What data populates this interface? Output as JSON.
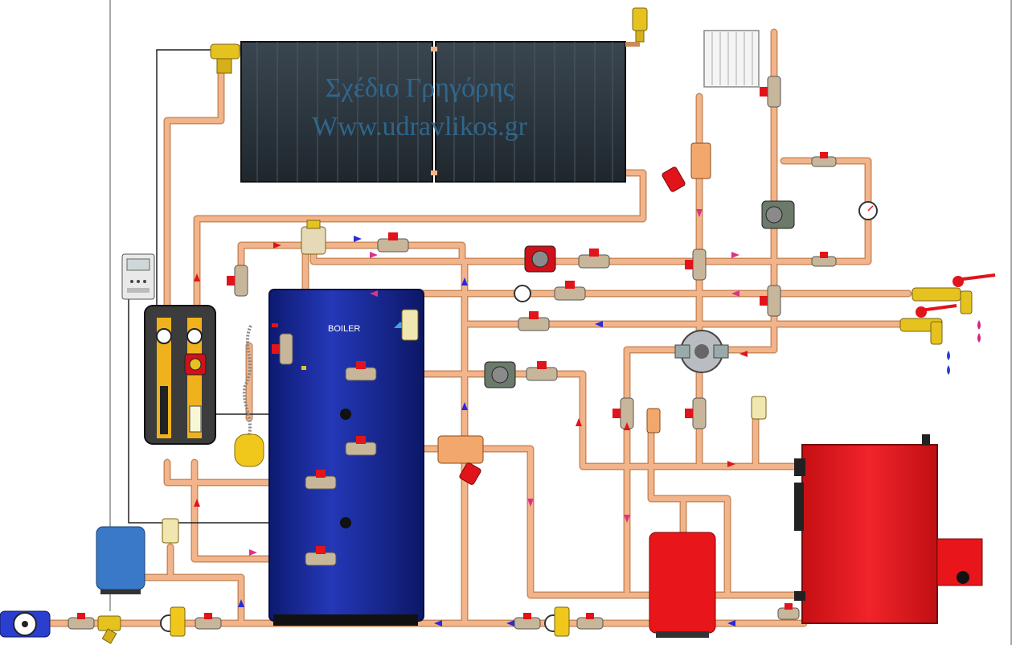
{
  "watermark": {
    "line1": "Σχέδιο Γρηγόρης",
    "line2": "Www.udravlikos.gr"
  },
  "tank": {
    "label": "BOILER"
  },
  "colors": {
    "copper_pipe": "#f2b48a",
    "pipe_outline": "#c98a5c",
    "boiler_tank": "#1c2fa0",
    "heater_body": "#e8151b",
    "expansion_vessel_red": "#e8151b",
    "expansion_vessel_blue": "#3a78c8",
    "solar_panel": "#2c3740",
    "valve_handle": "#e0141a",
    "flow_arrow_blue": "#2a2ad8",
    "flow_arrow_red": "#e0141a",
    "flow_arrow_pink": "#e0308a"
  },
  "icons": {
    "solar_collector": "solar-panel-icon",
    "radiator": "radiator-icon",
    "pump": "circulator-pump-icon",
    "ball_valve": "ball-valve-icon",
    "gauge": "pressure-gauge-icon",
    "tap": "water-tap-icon",
    "meter": "water-meter-icon",
    "controller": "solar-controller-icon",
    "mixing_valve": "four-way-mixing-valve-icon"
  }
}
